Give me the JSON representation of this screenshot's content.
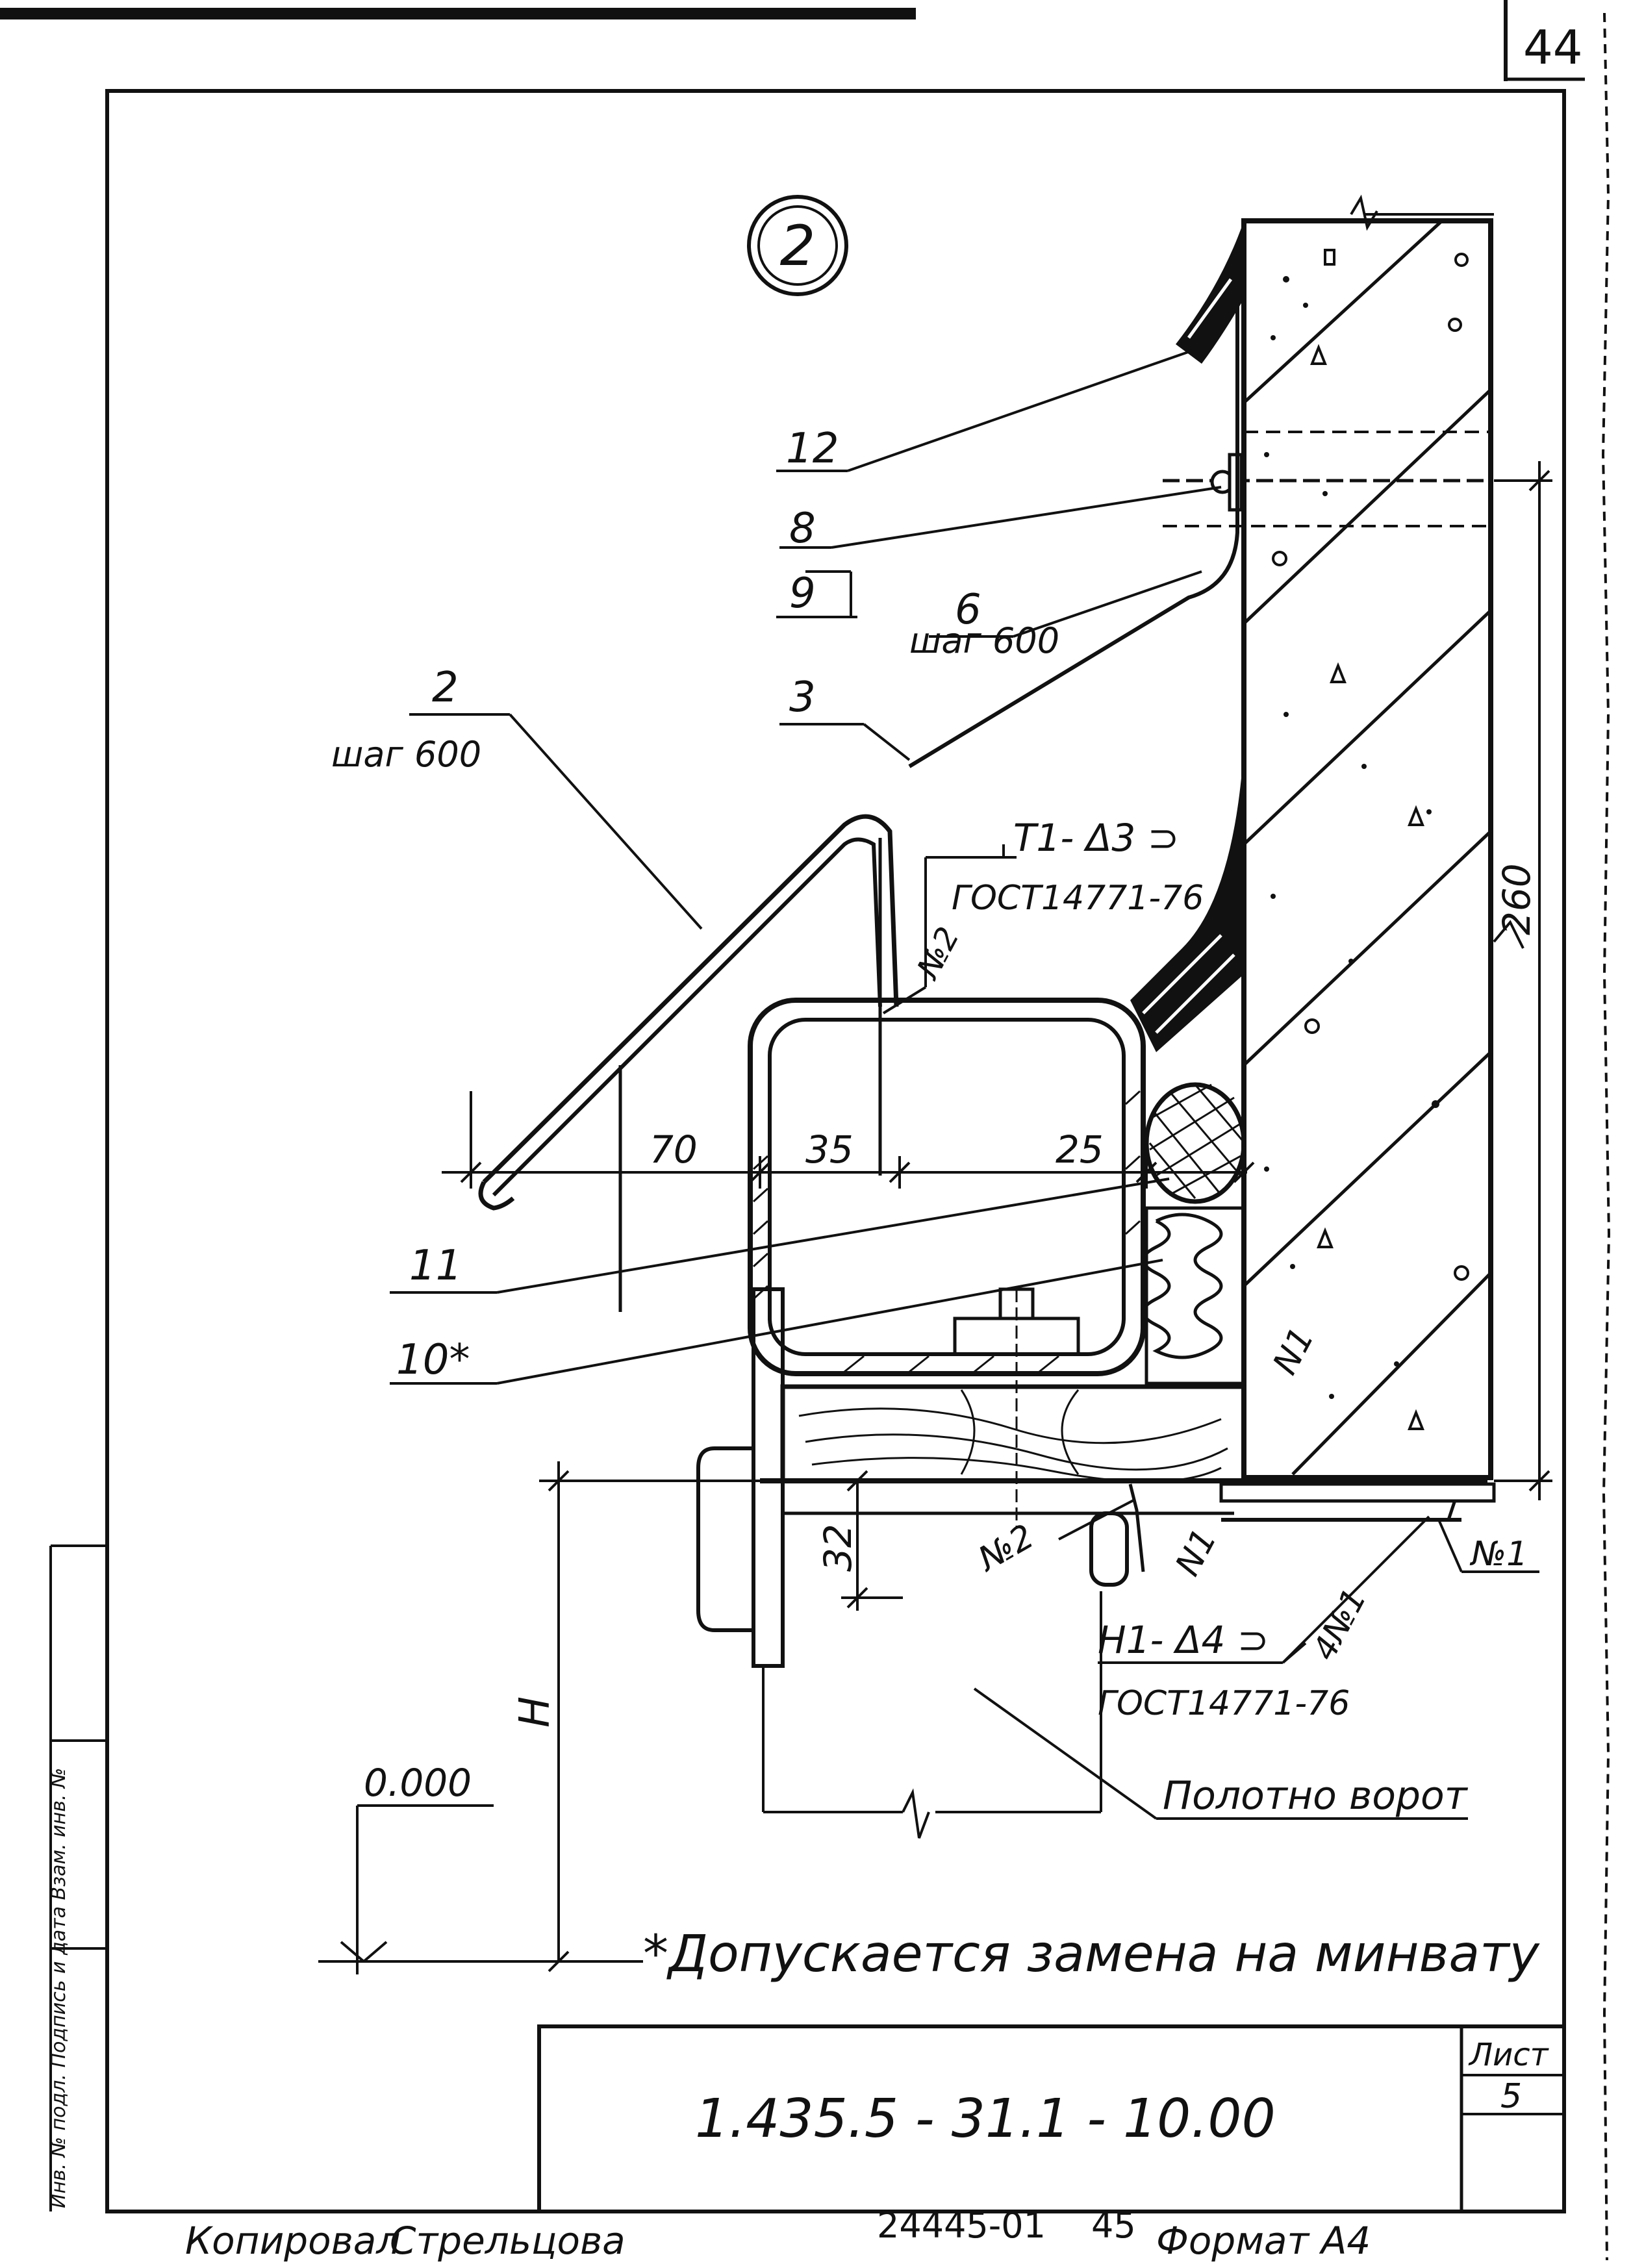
{
  "page_number": "44",
  "view_mark": "2",
  "callouts": {
    "c12": "12",
    "c8": "8",
    "c9": "9",
    "c6": "6",
    "c6_step": "шаг 600",
    "c3": "3",
    "c2": "2",
    "c2_step": "шаг 600",
    "c11": "11",
    "c10": "10*",
    "n2_upper": "№2",
    "n2_lower": "№2",
    "n1_vertical": "N1",
    "n1_lower": "N1",
    "n1_right": "№1",
    "n1_4": "4№1"
  },
  "welds": {
    "upper_symbol": "Т1- Δ3 ⊃",
    "upper_standard": "ГОСТ14771-76",
    "lower_symbol": "Н1- Δ4 ⊃",
    "lower_standard": "ГОСТ14771-76"
  },
  "dimensions": {
    "d70": "70",
    "d35": "35",
    "d25": "25",
    "d260": "260",
    "d32": "32",
    "h": "H",
    "level": "0.000"
  },
  "labels": {
    "gate_leaf": "Полотно ворот"
  },
  "note": "*Допускается замена на минвату",
  "title_block": {
    "designation": "1.435.5 - 31.1 - 10.00",
    "sheet_label": "Лист",
    "sheet_number": "5"
  },
  "bottom": {
    "copied_by": "Копировал",
    "copier_name": "Стрельцова",
    "archive_number": "24445-01",
    "archive_page": "45",
    "format_label": "Формат А4"
  },
  "side_stamp": "Инв. № подл. Подпись и дата Взам. инв. №"
}
